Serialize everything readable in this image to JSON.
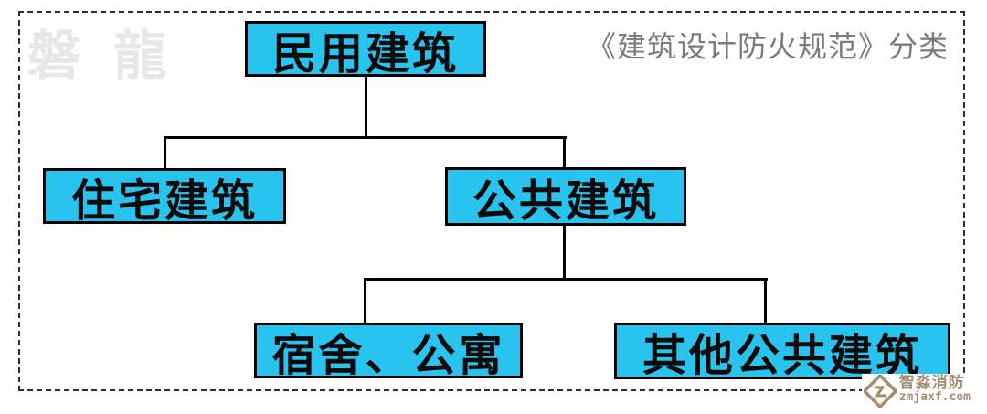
{
  "watermark": "磐 龍",
  "title": "《建筑设计防火规范》分类",
  "nodes": {
    "root": "民用建筑",
    "residential": "住宅建筑",
    "public": "公共建筑",
    "dormitory": "宿舍、公寓",
    "other_public": "其他公共建筑"
  },
  "hierarchy": {
    "民用建筑": [
      "住宅建筑",
      "公共建筑"
    ],
    "公共建筑": [
      "宿舍、公寓",
      "其他公共建筑"
    ]
  },
  "logo": {
    "name": "智淼消防",
    "site": "zmjaxf.com"
  },
  "colors": {
    "box_fill": "#29c3ef",
    "box_border": "#000000",
    "line": "#000000",
    "title_text": "#7b7b7b",
    "watermark_text": "#e7e7e7",
    "logo": "#a68d6e"
  }
}
